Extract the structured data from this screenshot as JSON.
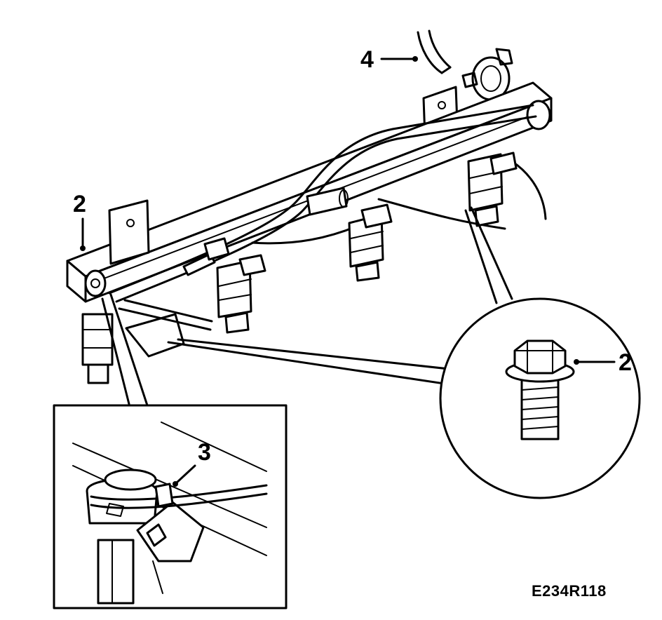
{
  "figure_id": "E234R118",
  "callouts": {
    "rail_label": "2",
    "bolt_label": "2",
    "tie_label": "3",
    "hose_label": "4"
  },
  "icons": [
    "fuel-rail",
    "fuel-injector",
    "flange-bolt",
    "cable-tie",
    "vacuum-hose",
    "pressure-regulator"
  ]
}
